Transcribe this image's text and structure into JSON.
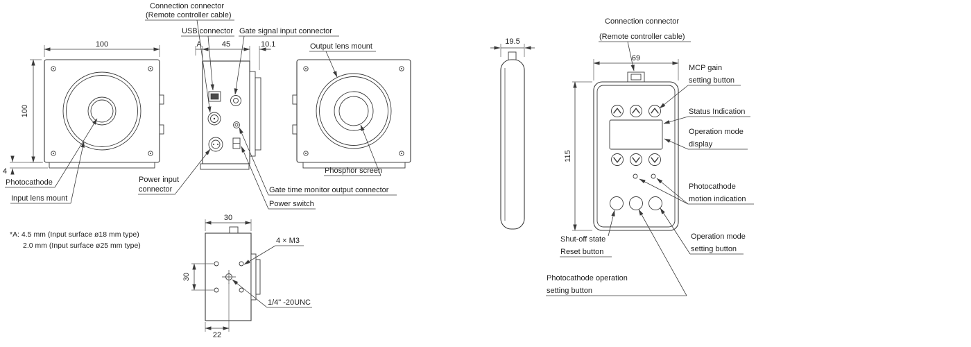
{
  "colors": {
    "line": "#3a3a3a",
    "text": "#1f1f1f",
    "background": "#ffffff"
  },
  "camera": {
    "front_input": {
      "dim_width": "100",
      "dim_height": "100",
      "dim_base": "4",
      "photocathode": "Photocathode",
      "input_lens_mount": "Input lens mount"
    },
    "side": {
      "dim_a": "A",
      "dim_depth": "45",
      "dim_flange": "10.1",
      "connection_1": "Connection connector",
      "connection_2": "(Remote controller cable)",
      "usb": "USB connector",
      "gate_input": "Gate signal input connector",
      "power_input_1": "Power input",
      "power_input_2": "connector",
      "gate_monitor": "Gate time monitor output connector",
      "power_switch": "Power switch"
    },
    "front_output": {
      "output_lens_mount": "Output lens mount",
      "phosphor_screen": "Phosphor screen"
    },
    "note_1": "*A: 4.5 mm (Input surface ø18 mm type)",
    "note_2": "2.0 mm (Input surface ø25 mm type)",
    "bottom": {
      "dim_width": "30",
      "dim_height": "30",
      "dim_offset": "22",
      "m3": "4 × M3",
      "unc": "1/4\" -20UNC"
    }
  },
  "remote": {
    "dim_thickness": "19.5",
    "dim_width": "69",
    "dim_height": "115",
    "connection_1": "Connection connector",
    "connection_2": "(Remote controller cable)",
    "mcp_1": "MCP gain",
    "mcp_2": "setting button",
    "status": "Status Indication",
    "display_1": "Operation mode",
    "display_2": "display",
    "motion_1": "Photocathode",
    "motion_2": "motion indication",
    "opmode_1": "Operation mode",
    "opmode_2": "setting button",
    "shutoff_1": "Shut-off state",
    "shutoff_2": "Reset button",
    "pcop_1": "Photocathode operation",
    "pcop_2": "setting button"
  }
}
